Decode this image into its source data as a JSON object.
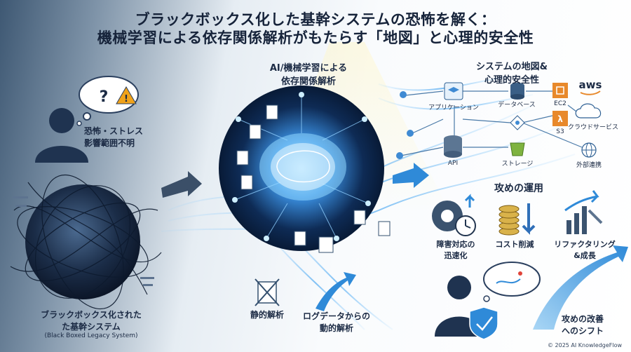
{
  "title": {
    "line1": "ブラックボックス化した基幹システムの恐怖を解く：",
    "line2": "機械学習による依存関係解析がもたらす「地図」と心理的安全性"
  },
  "left": {
    "fear_label1": "恐怖・ストレス",
    "fear_label2": "影響範囲不明",
    "thought_glyphs": "?",
    "black_box_label1": "ブラックボックス化された",
    "black_box_label2": "た基幹システム",
    "black_box_label3": "(Black Boxed Legacy System)"
  },
  "center": {
    "ai_label1": "AI/機械学習による",
    "ai_label2": "依存関係解析",
    "static_analysis": "静的解析",
    "log_analysis1": "ログデータからの",
    "log_analysis2": "動的解析"
  },
  "map": {
    "title1": "システムの地図&",
    "title2": "心理的安全性",
    "nodes": {
      "application": "アプリケーション",
      "database": "データベース",
      "api": "API",
      "storage": "ストレージ",
      "ec2": "EC2",
      "s3": "S3",
      "aws": "aws",
      "cloud_service": "クラウドサービス",
      "external": "外部連携"
    }
  },
  "ops": {
    "title": "攻めの運用",
    "items": [
      {
        "label1": "障害対応の",
        "label2": "迅速化"
      },
      {
        "label1": "コスト削減",
        "label2": ""
      },
      {
        "label1": "リファクタリング",
        "label2": "&成長"
      }
    ],
    "shift1": "攻めの改善",
    "shift2": "へのシフト"
  },
  "footer": {
    "copyright": "© 2025 AI KnowledgeFlow"
  },
  "colors": {
    "navy": "#1b2a44",
    "blue": "#2f7fd1",
    "glow": "#5fb8ff",
    "aws_orange": "#e8892b"
  }
}
